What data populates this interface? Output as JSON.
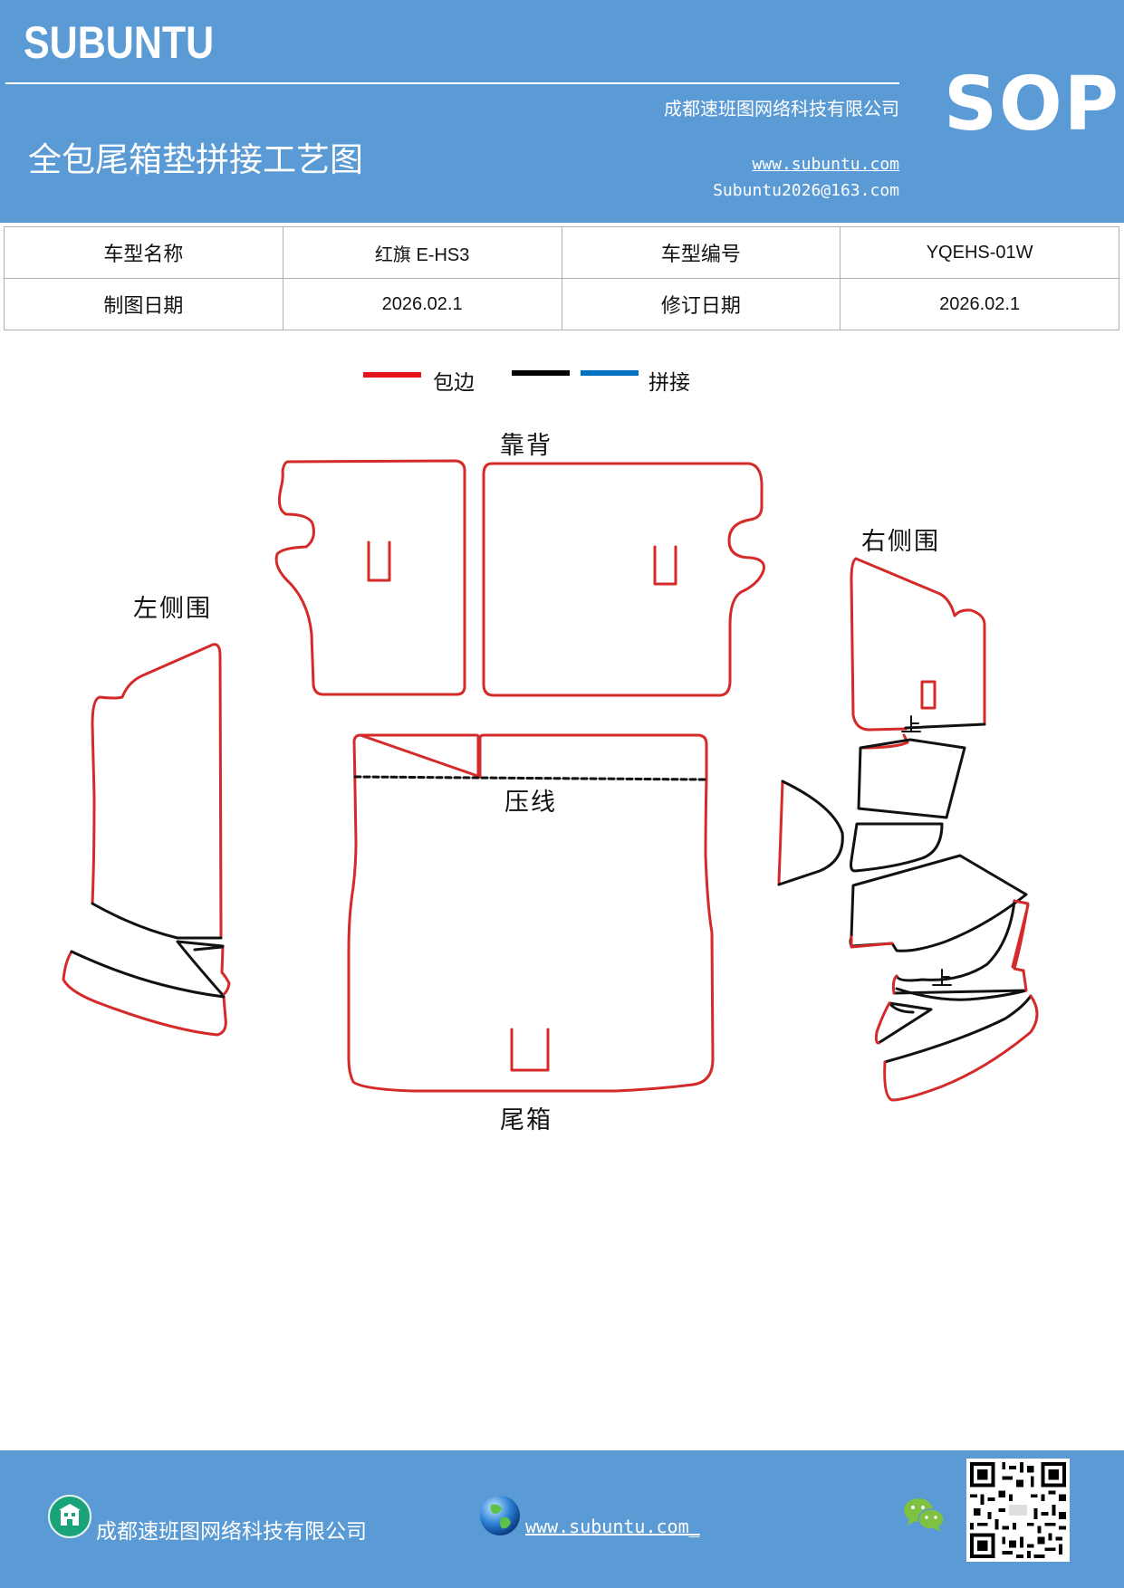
{
  "header": {
    "brand": "SUBUNTU",
    "company": "成都速班图网络科技有限公司",
    "title": "全包尾箱垫拼接工艺图",
    "website": "www.subuntu.com",
    "email": "Subuntu2026@163.com",
    "badge": "SOP"
  },
  "info_table": {
    "rows": [
      [
        "车型名称",
        "红旗 E-HS3",
        "车型编号",
        "YQEHS-01W"
      ],
      [
        "制图日期",
        "2026.02.1",
        "修订日期",
        "2026.02.1"
      ]
    ]
  },
  "legend": {
    "items": [
      {
        "label": "包边",
        "colors": [
          "#e8141b"
        ]
      },
      {
        "label": "拼接",
        "colors": [
          "#000000",
          "#0070c0"
        ]
      }
    ]
  },
  "diagram": {
    "labels": {
      "backrest": "靠背",
      "right_side": "右侧围",
      "left_side": "左侧围",
      "press_line": "压线",
      "trunk": "尾箱"
    },
    "edge_color": "#d42a2a",
    "seam_color": "#111111"
  },
  "footer": {
    "company": "成都速班图网络科技有限公司",
    "website": "www.subuntu.com_"
  },
  "colors": {
    "header_bg": "#5b9bd5",
    "footer_bg": "#5b9bd5"
  },
  "icons": [
    "building-icon",
    "globe-icon",
    "wechat-icon",
    "qr-code"
  ]
}
